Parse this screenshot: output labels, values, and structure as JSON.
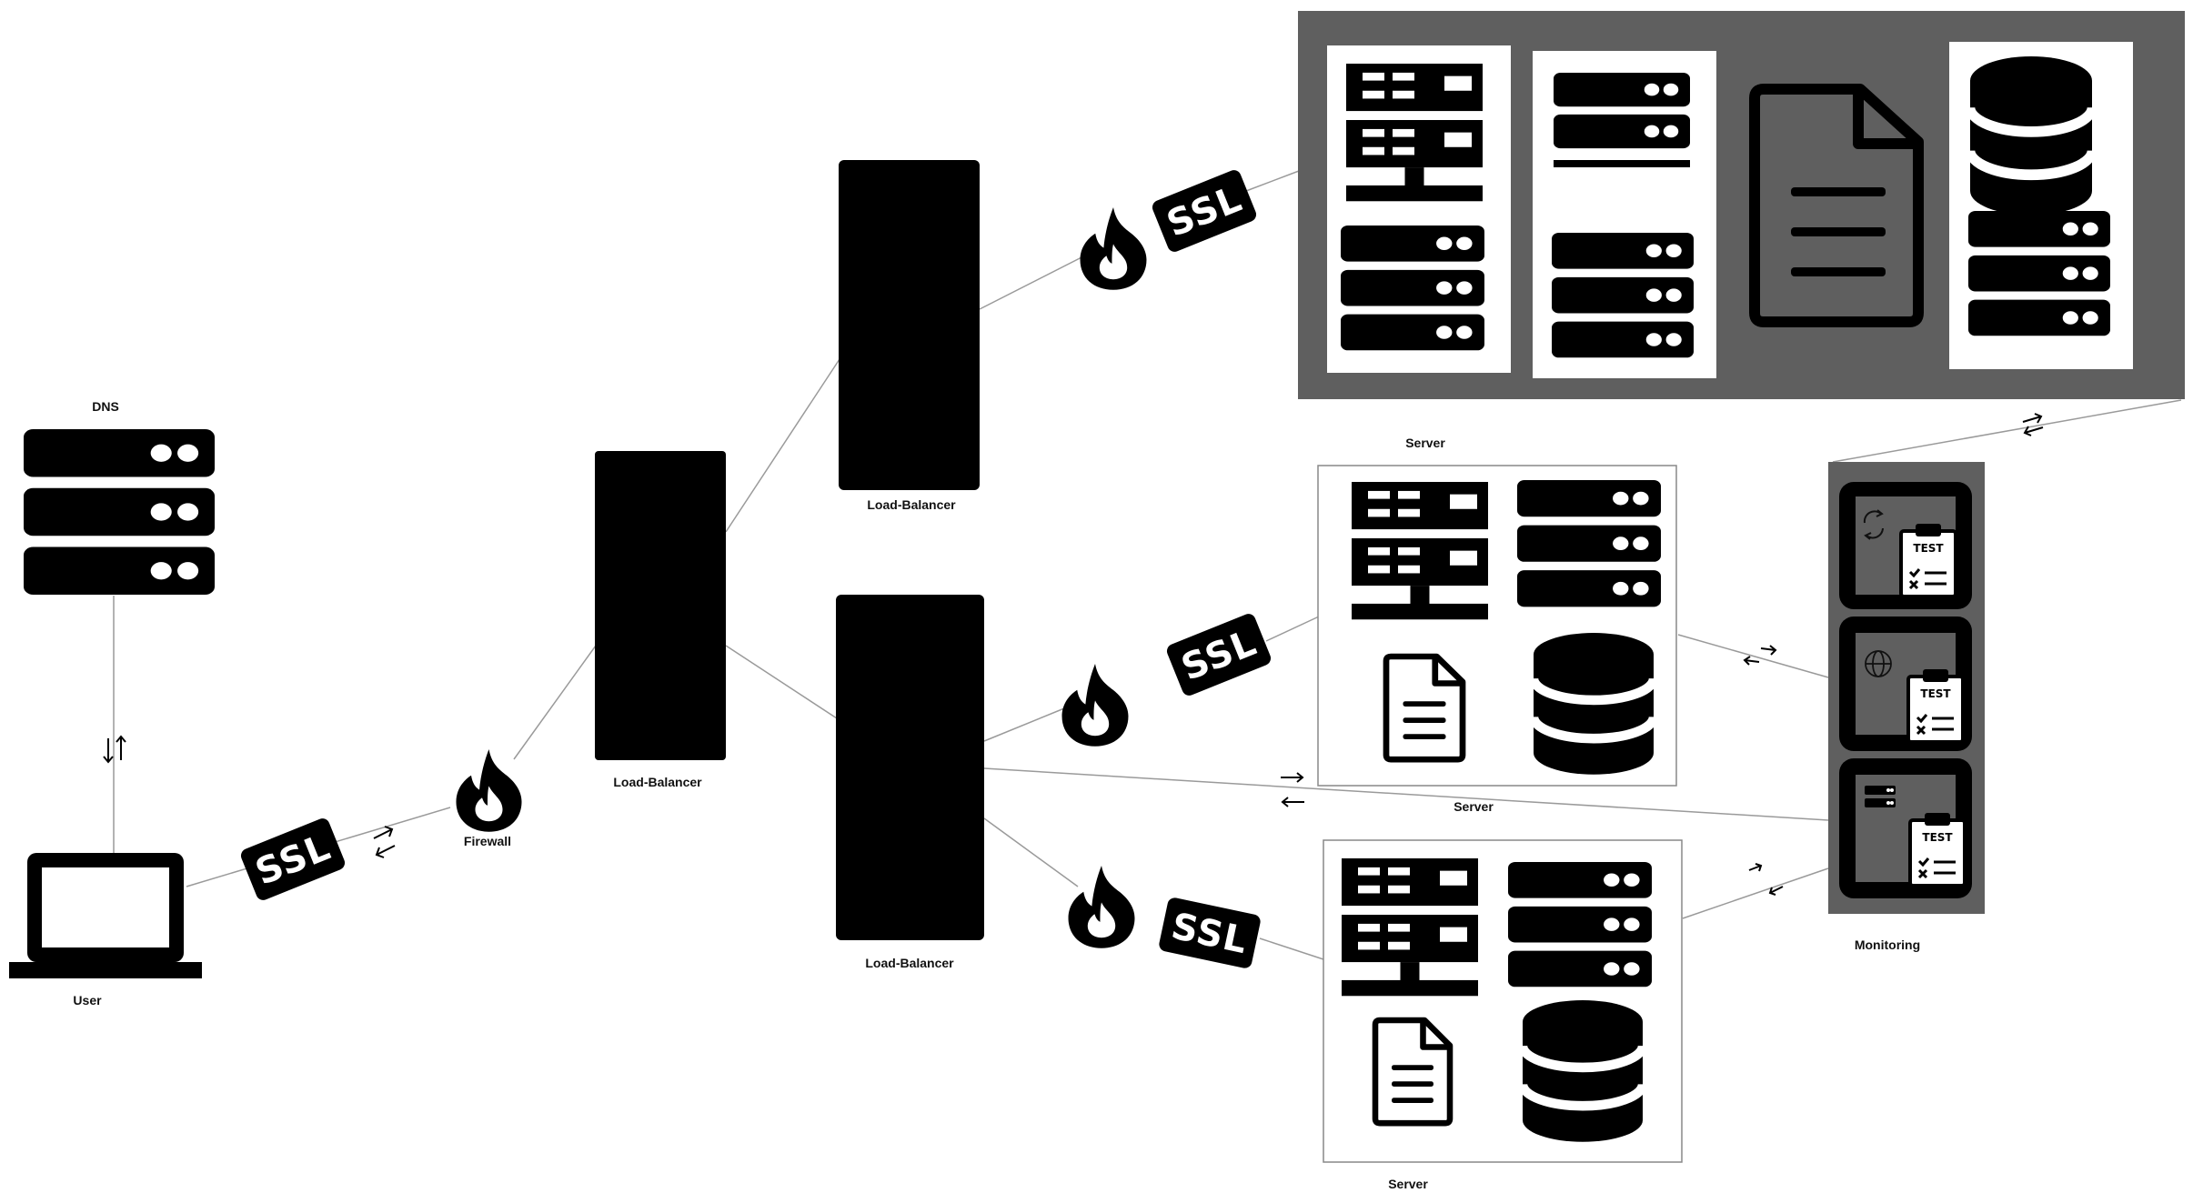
{
  "labels": {
    "dns": "DNS",
    "user": "User",
    "firewall": "Firewall",
    "lb_main": "Load-Balancer",
    "lb_top": "Load-Balancer",
    "lb_bottom": "Load-Balancer",
    "server_a": "Server",
    "server_b": "Server",
    "server_c": "Server",
    "monitoring": "Monitoring"
  },
  "badges": {
    "ssl_1": "SSL",
    "ssl_2": "SSL",
    "ssl_3": "SSL",
    "ssl_4": "SSL"
  },
  "monitor_cards": {
    "card_1": "TEST",
    "card_2": "TEST",
    "card_3": "TEST"
  },
  "colors": {
    "icon": "#000000",
    "panel_dark": "#5f5f5f",
    "connector": "#9a9a9a",
    "background": "#ffffff"
  }
}
